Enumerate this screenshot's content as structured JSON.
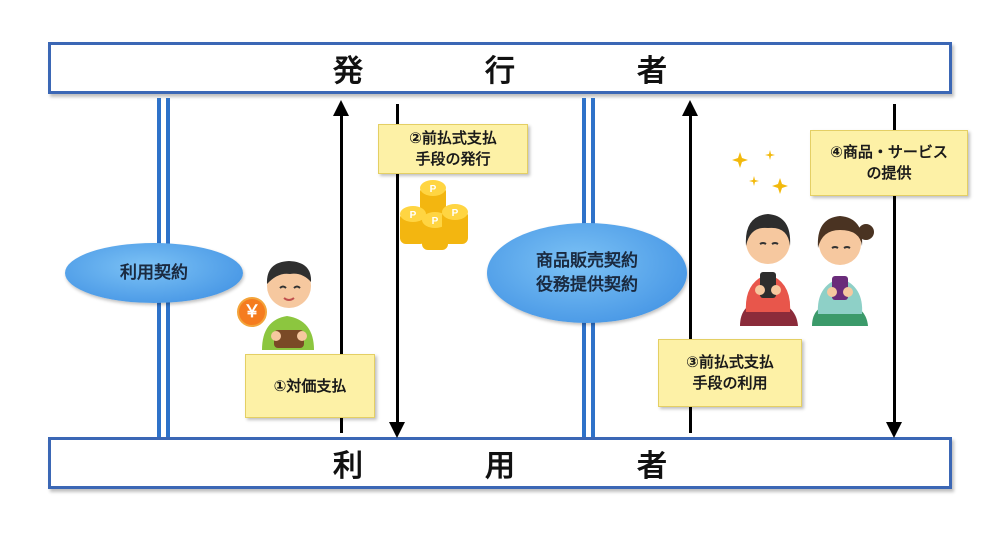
{
  "issuer_label": "発　行　者",
  "user_label": "利　用　者",
  "contract_user": "利用契約",
  "contract_merchant": [
    "商品販売契約",
    "役務提供契約"
  ],
  "notes": {
    "payment": "①対価支払",
    "issue": [
      "②前払式支払",
      "手段の発行"
    ],
    "use": [
      "③前払式支払",
      "手段の利用"
    ],
    "provide": [
      "④商品・サービス",
      "の提供"
    ]
  },
  "icons": {
    "yen_symbol": "￥",
    "coin_symbol": "P"
  },
  "colors": {
    "bar_border": "#3b67b5",
    "double_line": "#2e72c9",
    "note_fill": "#fdf1a6",
    "ellipse_fill": "#4a99e6"
  }
}
